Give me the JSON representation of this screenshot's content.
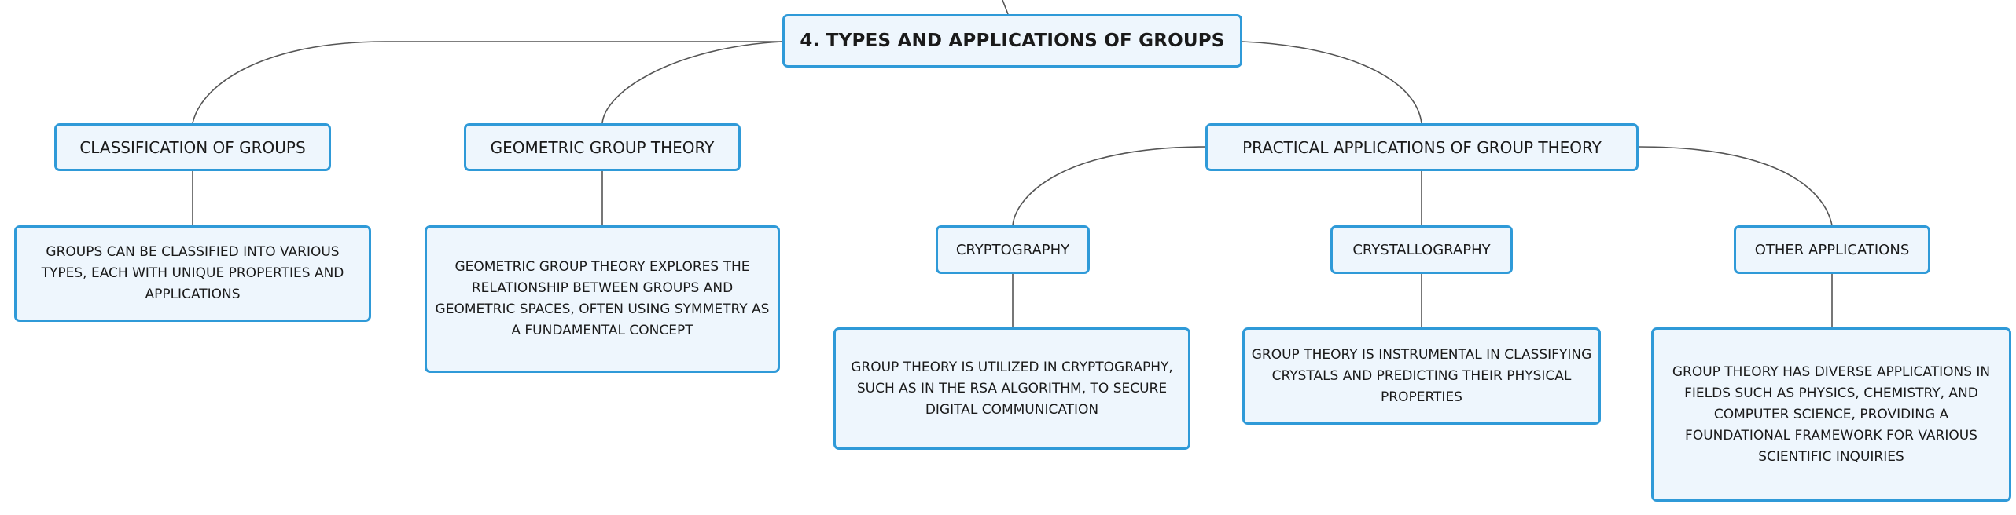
{
  "root": {
    "title": "4. TYPES AND APPLICATIONS OF GROUPS"
  },
  "branches": [
    {
      "label": "CLASSIFICATION OF GROUPS",
      "description": "GROUPS CAN BE CLASSIFIED INTO VARIOUS TYPES, EACH WITH UNIQUE PROPERTIES AND APPLICATIONS"
    },
    {
      "label": "GEOMETRIC GROUP THEORY",
      "description": "GEOMETRIC GROUP THEORY EXPLORES THE RELATIONSHIP BETWEEN GROUPS AND GEOMETRIC SPACES, OFTEN USING SYMMETRY AS A FUNDAMENTAL CONCEPT"
    },
    {
      "label": "PRACTICAL APPLICATIONS OF GROUP THEORY",
      "children": [
        {
          "label": "CRYPTOGRAPHY",
          "description": "GROUP THEORY IS UTILIZED IN CRYPTOGRAPHY, SUCH AS IN THE RSA ALGORITHM, TO SECURE DIGITAL COMMUNICATION"
        },
        {
          "label": "CRYSTALLOGRAPHY",
          "description": "GROUP THEORY IS INSTRUMENTAL IN CLASSIFYING CRYSTALS AND PREDICTING THEIR PHYSICAL PROPERTIES"
        },
        {
          "label": "OTHER APPLICATIONS",
          "description": "GROUP THEORY HAS DIVERSE APPLICATIONS IN FIELDS SUCH AS PHYSICS, CHEMISTRY, AND COMPUTER SCIENCE, PROVIDING A FOUNDATIONAL FRAMEWORK FOR VARIOUS SCIENTIFIC INQUIRIES"
        }
      ]
    }
  ],
  "colors": {
    "node_border": "#2f9ad8",
    "node_fill": "#eef6fd",
    "connector": "#555555",
    "text": "#1a1a1a"
  }
}
